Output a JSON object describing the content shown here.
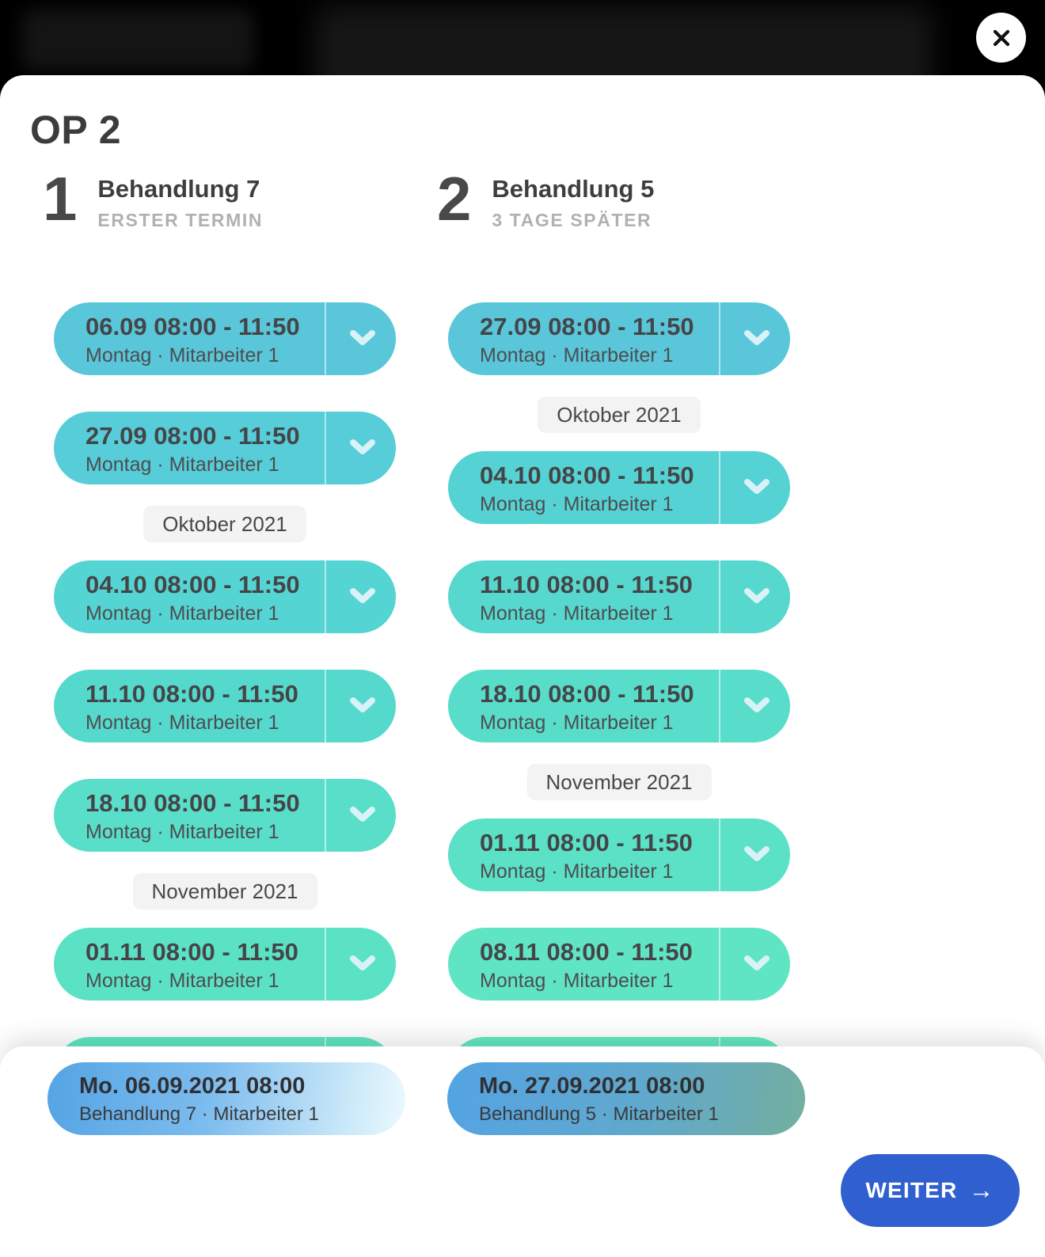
{
  "dialog": {
    "title": "OP 2",
    "close_icon": "x"
  },
  "columns": [
    {
      "number": "1",
      "name": "Behandlung 7",
      "subtitle": "ERSTER TERMIN",
      "items": [
        {
          "kind": "slot",
          "time": "06.09 08:00 - 11:50",
          "meta": "Montag · Mitarbeiter 1",
          "color": "#59c6da"
        },
        {
          "kind": "slot",
          "time": "27.09 08:00 - 11:50",
          "meta": "Montag · Mitarbeiter 1",
          "color": "#56cdd8"
        },
        {
          "kind": "month",
          "label": "Oktober 2021"
        },
        {
          "kind": "slot",
          "time": "04.10 08:00 - 11:50",
          "meta": "Montag · Mitarbeiter 1",
          "color": "#54d4d2"
        },
        {
          "kind": "slot",
          "time": "11.10 08:00 - 11:50",
          "meta": "Montag · Mitarbeiter 1",
          "color": "#55d9cd"
        },
        {
          "kind": "slot",
          "time": "18.10 08:00 - 11:50",
          "meta": "Montag · Mitarbeiter 1",
          "color": "#58dec9"
        },
        {
          "kind": "month",
          "label": "November 2021"
        },
        {
          "kind": "slot",
          "time": "01.11 08:00 - 11:50",
          "meta": "Montag · Mitarbeiter 1",
          "color": "#5be2c5"
        },
        {
          "kind": "slot-cut",
          "time": "",
          "meta": "",
          "color": "#60e6c3"
        }
      ]
    },
    {
      "number": "2",
      "name": "Behandlung 5",
      "subtitle": "3 TAGE SPÄTER",
      "items": [
        {
          "kind": "slot",
          "time": "27.09 08:00 - 11:50",
          "meta": "Montag · Mitarbeiter 1",
          "color": "#59c6da"
        },
        {
          "kind": "month",
          "label": "Oktober 2021"
        },
        {
          "kind": "slot",
          "time": "04.10 08:00 - 11:50",
          "meta": "Montag · Mitarbeiter 1",
          "color": "#55d2d3"
        },
        {
          "kind": "slot",
          "time": "11.10 08:00 - 11:50",
          "meta": "Montag · Mitarbeiter 1",
          "color": "#56d8ce"
        },
        {
          "kind": "slot",
          "time": "18.10 08:00 - 11:50",
          "meta": "Montag · Mitarbeiter 1",
          "color": "#58ddca"
        },
        {
          "kind": "month",
          "label": "November 2021"
        },
        {
          "kind": "slot",
          "time": "01.11 08:00 - 11:50",
          "meta": "Montag · Mitarbeiter 1",
          "color": "#5ae1c6"
        },
        {
          "kind": "slot",
          "time": "08.11 08:00 - 11:50",
          "meta": "Montag · Mitarbeiter 1",
          "color": "#5fe5c4"
        },
        {
          "kind": "slot-cut",
          "time": "",
          "meta": "",
          "color": "#63e8c2"
        }
      ]
    }
  ],
  "footer": {
    "selections": [
      {
        "title": "Mo. 06.09.2021 08:00",
        "meta": "Behandlung 7 · Mitarbeiter 1",
        "gradient": [
          "#55a4e4",
          "#7cbcee 45%",
          "#cdeaf9 85%",
          "#ecf9fe"
        ]
      },
      {
        "title": "Mo. 27.09.2021 08:00",
        "meta": "Behandlung 5 · Mitarbeiter 1",
        "gradient": [
          "#54a3e4",
          "#60a9cd 55%",
          "#73ae9f"
        ]
      }
    ],
    "continue_label": "WEITER",
    "continue_arrow": "→",
    "continue_color": "#3060cf"
  }
}
